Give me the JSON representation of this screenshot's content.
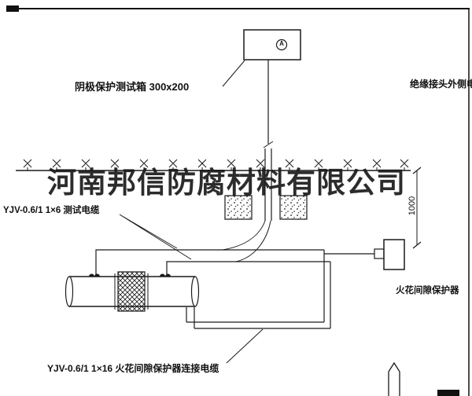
{
  "watermark": {
    "text": "河南邦信防腐材料有限公司"
  },
  "labels": {
    "test_box": "阴极保护测试箱 300x200",
    "outer_cable": "绝缘接头外侧电缆",
    "test_cable": "YJV-0.6/1  1×6  测试电缆",
    "spark_gap_cable": "YJV-0.6/1  1×16  火花间隙保护器连接电缆",
    "spark_gap_device": "火花间隙保护器",
    "depth_dimension": "1000",
    "ammeter": "A"
  },
  "colors": {
    "line": "#1a1a1a",
    "watermark": "#1b1b1b",
    "background": "#ffffff"
  }
}
